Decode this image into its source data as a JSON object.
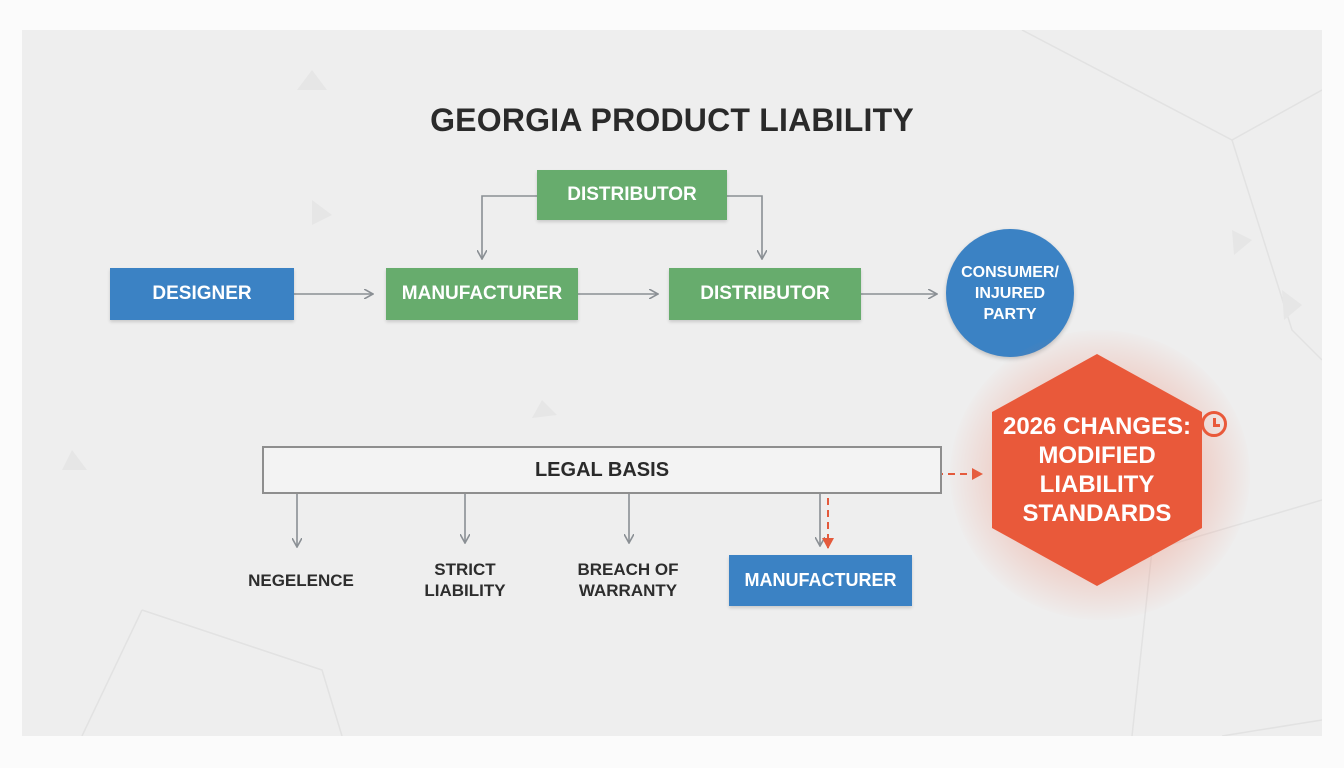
{
  "title": "GEORGIA PRODUCT LIABILITY",
  "nodes": {
    "distributor_top": "DISTRIBUTOR",
    "designer": "DESIGNER",
    "manufacturer": "MANUFACTURER",
    "distributor": "DISTRIBUTOR",
    "consumer": "CONSUMER/\nINJURED\nPARTY"
  },
  "legal_basis": {
    "label": "LEGAL BASIS",
    "branches": {
      "negligence": "NEGELENCE",
      "strict": "STRICT\nLIABILITY",
      "warranty": "BREACH OF\nWARRANTY",
      "manufacturer": "MANUFACTURER"
    }
  },
  "changes": {
    "label": "2026 CHANGES:\nMODIFIED\nLIABILITY\nSTANDARDS",
    "icon": "clock-icon"
  },
  "colors": {
    "green": "#67ac6d",
    "blue": "#3b82c4",
    "orange": "#e9593a",
    "arrow": "#8a8f94",
    "dashed": "#e45a3c"
  }
}
